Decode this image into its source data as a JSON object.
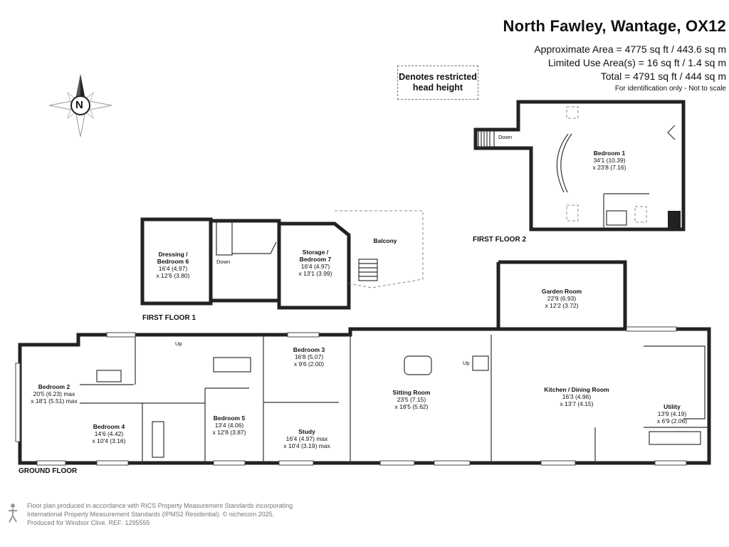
{
  "header": {
    "title": "North Fawley, Wantage, OX12",
    "approx_area": "Approximate Area = 4775 sq ft / 443.6 sq m",
    "limited_use": "Limited Use Area(s) = 16 sq ft / 1.4 sq m",
    "total": "Total = 4791 sq ft / 444 sq m",
    "note": "For identification only - Not to scale"
  },
  "legend": {
    "restricted_line1": "Denotes restricted",
    "restricted_line2": "head height"
  },
  "compass": {
    "letter": "N",
    "icon": "compass-rose-icon"
  },
  "floors": {
    "first_floor_2": "FIRST FLOOR 2",
    "first_floor_1": "FIRST FLOOR 1",
    "ground_floor": "GROUND FLOOR"
  },
  "rooms": {
    "bedroom1": {
      "name": "Bedroom 1",
      "dim1": "34'1 (10.39)",
      "dim2": "x 23'8 (7.16)"
    },
    "dressing": {
      "name1": "Dressing /",
      "name2": "Bedroom 6",
      "dim1": "16'4 (4.97)",
      "dim2": "x 12'6 (3.80)"
    },
    "storage": {
      "name1": "Storage /",
      "name2": "Bedroom 7",
      "dim1": "16'4 (4.97)",
      "dim2": "x 13'1 (3.99)"
    },
    "balcony": {
      "name": "Balcony"
    },
    "garden": {
      "name": "Garden Room",
      "dim1": "22'9 (6.93)",
      "dim2": "x 12'2 (3.72)"
    },
    "bedroom2": {
      "name": "Bedroom 2",
      "dim1": "20'5 (6.23) max",
      "dim2": "x 18'1 (5.51) max"
    },
    "bedroom3": {
      "name": "Bedroom 3",
      "dim1": "16'8 (5.07)",
      "dim2": "x 9'6 (2.00)"
    },
    "bedroom4": {
      "name": "Bedroom 4",
      "dim1": "14'6 (4.42)",
      "dim2": "x 10'4 (3.16)"
    },
    "bedroom5": {
      "name": "Bedroom 5",
      "dim1": "13'4 (4.06)",
      "dim2": "x 12'8 (3.87)"
    },
    "study": {
      "name": "Study",
      "dim1": "16'4 (4.97) max",
      "dim2": "x 10'4 (3.19) max"
    },
    "sitting": {
      "name": "Sitting Room",
      "dim1": "23'5 (7.15)",
      "dim2": "x 18'5 (5.62)"
    },
    "kitchen": {
      "name": "Kitchen / Dining Room",
      "dim1": "16'3 (4.96)",
      "dim2": "x 13'7 (4.15)"
    },
    "utility": {
      "name": "Utility",
      "dim1": "13'9 (4.19)",
      "dim2": "x 6'9 (2.06)"
    }
  },
  "stair_labels": {
    "down_ff2": "Down",
    "down_ff1": "Down",
    "up_hall": "Up",
    "up_sitting": "Up"
  },
  "footer": {
    "line1": "Floor plan produced in accordance with RICS Property Measurement Standards incorporating",
    "line2": "International Property Measurement Standards (IPMS2 Residential). © nichecom 2025.",
    "line3": "Produced for Windsor Clive.   REF:   1295555"
  }
}
